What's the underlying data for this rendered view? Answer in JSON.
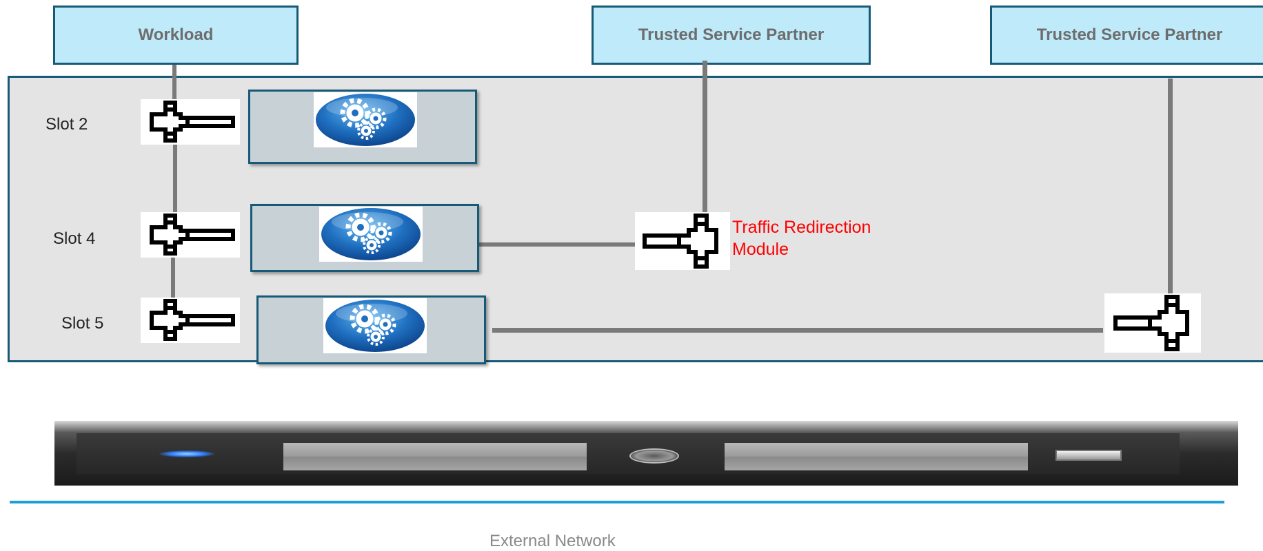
{
  "partners": {
    "workload": "Workload",
    "trusted_service_partner_1": "Trusted Service Partner",
    "trusted_service_partner_2": "Trusted Service Partner"
  },
  "slots": [
    {
      "label": "Slot 2"
    },
    {
      "label": "Slot 4"
    },
    {
      "label": "Slot 5"
    }
  ],
  "traffic_redirection_module": {
    "line1": "Traffic Redirection",
    "line2": "Module"
  },
  "external_network": {
    "label": "External Network"
  },
  "colors": {
    "header_fill": "#bfeaf9",
    "border": "#175a78",
    "panel_fill": "#e4e4e4",
    "connector_line": "#7a7a7a",
    "redirection_label": "#ff0000",
    "network_line": "#1a9fd8"
  },
  "icons": {
    "service": "gear-icon",
    "port": "network-connector-icon"
  }
}
